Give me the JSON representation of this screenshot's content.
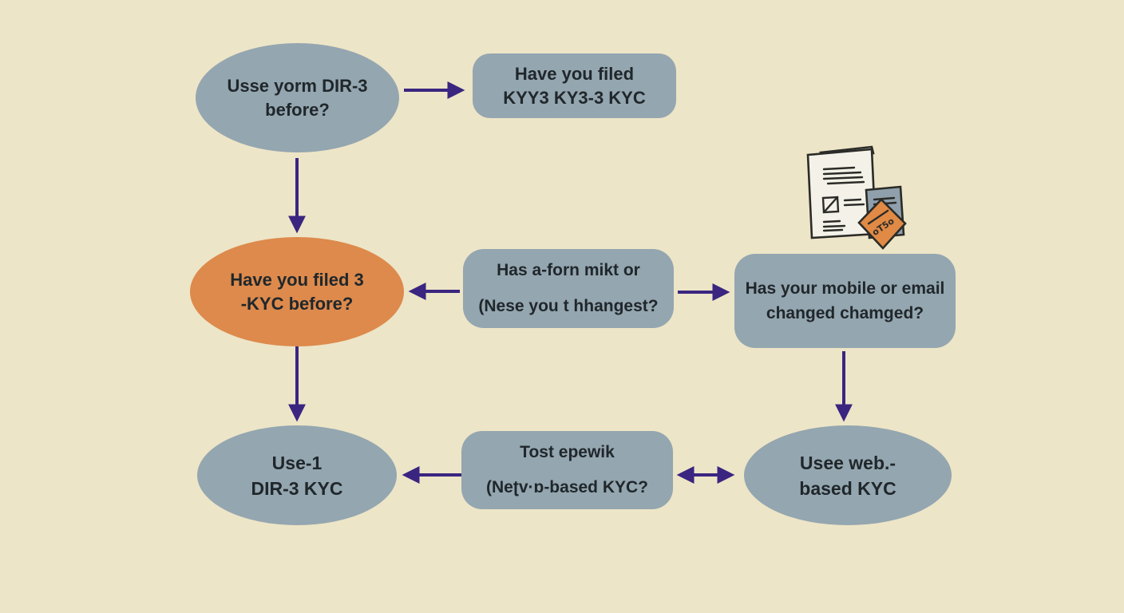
{
  "colors": {
    "background": "#EDE5C7",
    "node_fill": "#94A6B0",
    "highlight_fill": "#DD8A4C",
    "arrow": "#3A2580",
    "node_text": "#20272B"
  },
  "nodes": {
    "top_left": {
      "shape": "ellipse",
      "line1": "Usse yorm DIR-3",
      "line2": "before?"
    },
    "top_right": {
      "shape": "rounded-rect",
      "line1": "Have you filed",
      "line2": "KYY3 KY3-3 KYC"
    },
    "mid_left": {
      "shape": "ellipse-highlighted",
      "line1": "Have you filed 3",
      "line2": "-KYC before?"
    },
    "mid_center": {
      "shape": "rounded-rect",
      "line1": "Has a-forn mikt or",
      "line2": "(Nese you t hhangest?"
    },
    "mid_right": {
      "shape": "rounded-rect",
      "line1": "Has your mobile or email",
      "line2": "changed chamged?"
    },
    "bottom_left": {
      "shape": "ellipse",
      "line1": "Use-1",
      "line2": "DIR-3 KYC"
    },
    "bottom_center": {
      "shape": "rounded-rect",
      "line1": "Tost epewik",
      "line2": "(Neʈv·ɒ-based KYC?"
    },
    "bottom_right": {
      "shape": "ellipse",
      "line1": "Usee web.-",
      "line2": "based KYC"
    }
  },
  "icon": {
    "name": "documents-with-sticker-icon",
    "sticker_label": "oT5o"
  }
}
